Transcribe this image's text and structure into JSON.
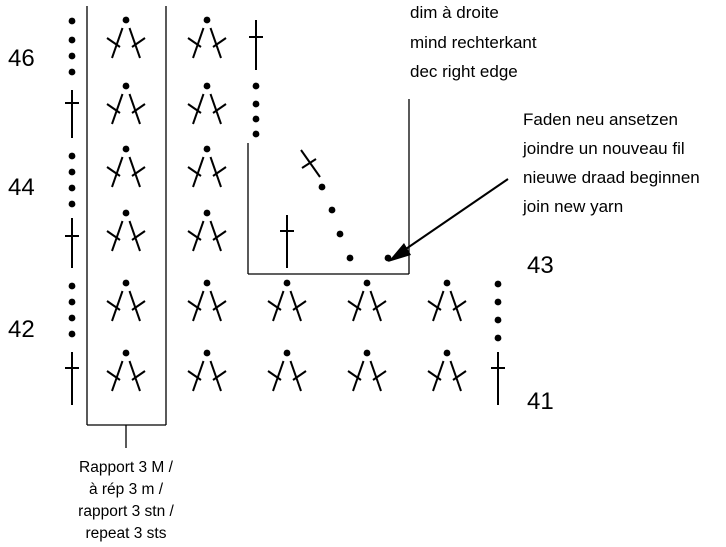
{
  "diagram": {
    "type": "crochet-stitch-chart",
    "row_numbers": {
      "r46": "46",
      "r44": "44",
      "r42": "42",
      "r43": "43",
      "r41": "41"
    },
    "notes": {
      "decrease": [
        "dim à droite",
        "mind rechterkant",
        "dec right edge"
      ],
      "join": [
        "Faden neu ansetzen",
        "joindre un nouveau fil",
        "nieuwe draad beginnen",
        "join new yarn"
      ],
      "repeat": [
        "Rapport 3 M /",
        "à rép 3 m /",
        "rapport 3 stn /",
        "repeat 3 sts"
      ]
    },
    "stitch_symbols": [
      "dot",
      "treble-cross",
      "v-cluster"
    ]
  }
}
